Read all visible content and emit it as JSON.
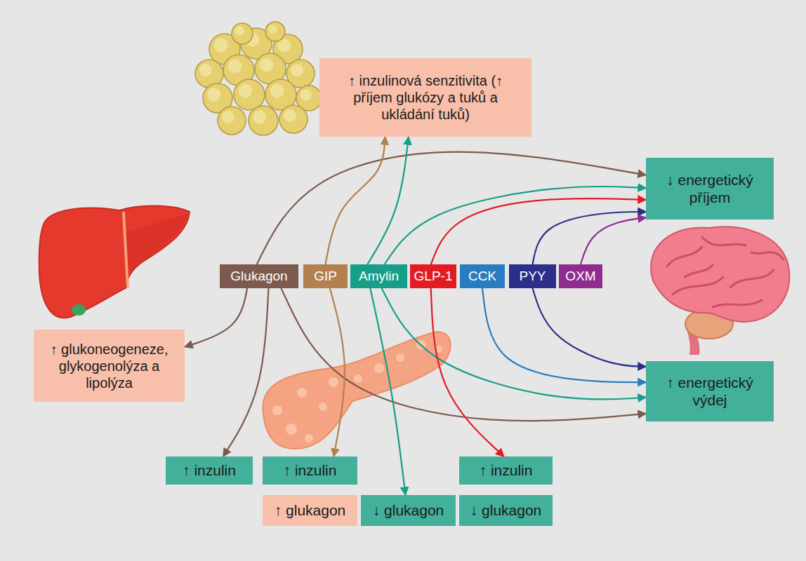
{
  "diagram": {
    "nodes": [
      {
        "text": [
          "↑ inzulinová senzitivita (↑ příjem glukózy a tuků a ukládání tuků)"
        ]
      },
      {
        "text": [
          "↓ energetický příjem"
        ]
      },
      {
        "text": [
          "Glukagon"
        ]
      },
      {
        "text": [
          "GIP"
        ]
      },
      {
        "text": [
          "Amylin"
        ]
      },
      {
        "text": [
          "GLP-1"
        ]
      },
      {
        "text": [
          "CCK"
        ]
      },
      {
        "text": [
          "PYY"
        ]
      },
      {
        "text": [
          "OXM"
        ]
      },
      {
        "text": [
          "↑ glukoneogeneze, glykogenolýza a lipolýza"
        ]
      },
      {
        "text": [
          "↑ energetický výdej"
        ]
      },
      {
        "text": [
          "↑ inzulin"
        ]
      },
      {
        "text": [
          "↑ inzulin"
        ]
      },
      {
        "text": [
          "↑ inzulin"
        ]
      },
      {
        "text": [
          "↑ glukagon"
        ]
      },
      {
        "text": [
          "↓ glukagon"
        ]
      },
      {
        "text": [
          "↓ glukagon"
        ]
      }
    ],
    "edges": [
      {
        "from": 2,
        "to": 1,
        "arrow": "to"
      },
      {
        "from": 2,
        "to": 9,
        "arrow": "to"
      },
      {
        "from": 2,
        "to": 11,
        "arrow": "to"
      },
      {
        "from": 2,
        "to": 10,
        "arrow": "to"
      },
      {
        "from": 3,
        "to": 0,
        "arrow": "to"
      },
      {
        "from": 3,
        "to": 12,
        "arrow": "to"
      },
      {
        "from": 4,
        "to": 0,
        "arrow": "to"
      },
      {
        "from": 4,
        "to": 1,
        "arrow": "to"
      },
      {
        "from": 4,
        "to": 15,
        "arrow": "to"
      },
      {
        "from": 4,
        "to": 10,
        "arrow": "to"
      },
      {
        "from": 5,
        "to": 1,
        "arrow": "to"
      },
      {
        "from": 5,
        "to": 13,
        "arrow": "to"
      },
      {
        "from": 6,
        "to": 10,
        "arrow": "to"
      },
      {
        "from": 7,
        "to": 1,
        "arrow": "to"
      },
      {
        "from": 7,
        "to": 10,
        "arrow": "to"
      },
      {
        "from": 8,
        "to": 1,
        "arrow": "to"
      }
    ]
  }
}
